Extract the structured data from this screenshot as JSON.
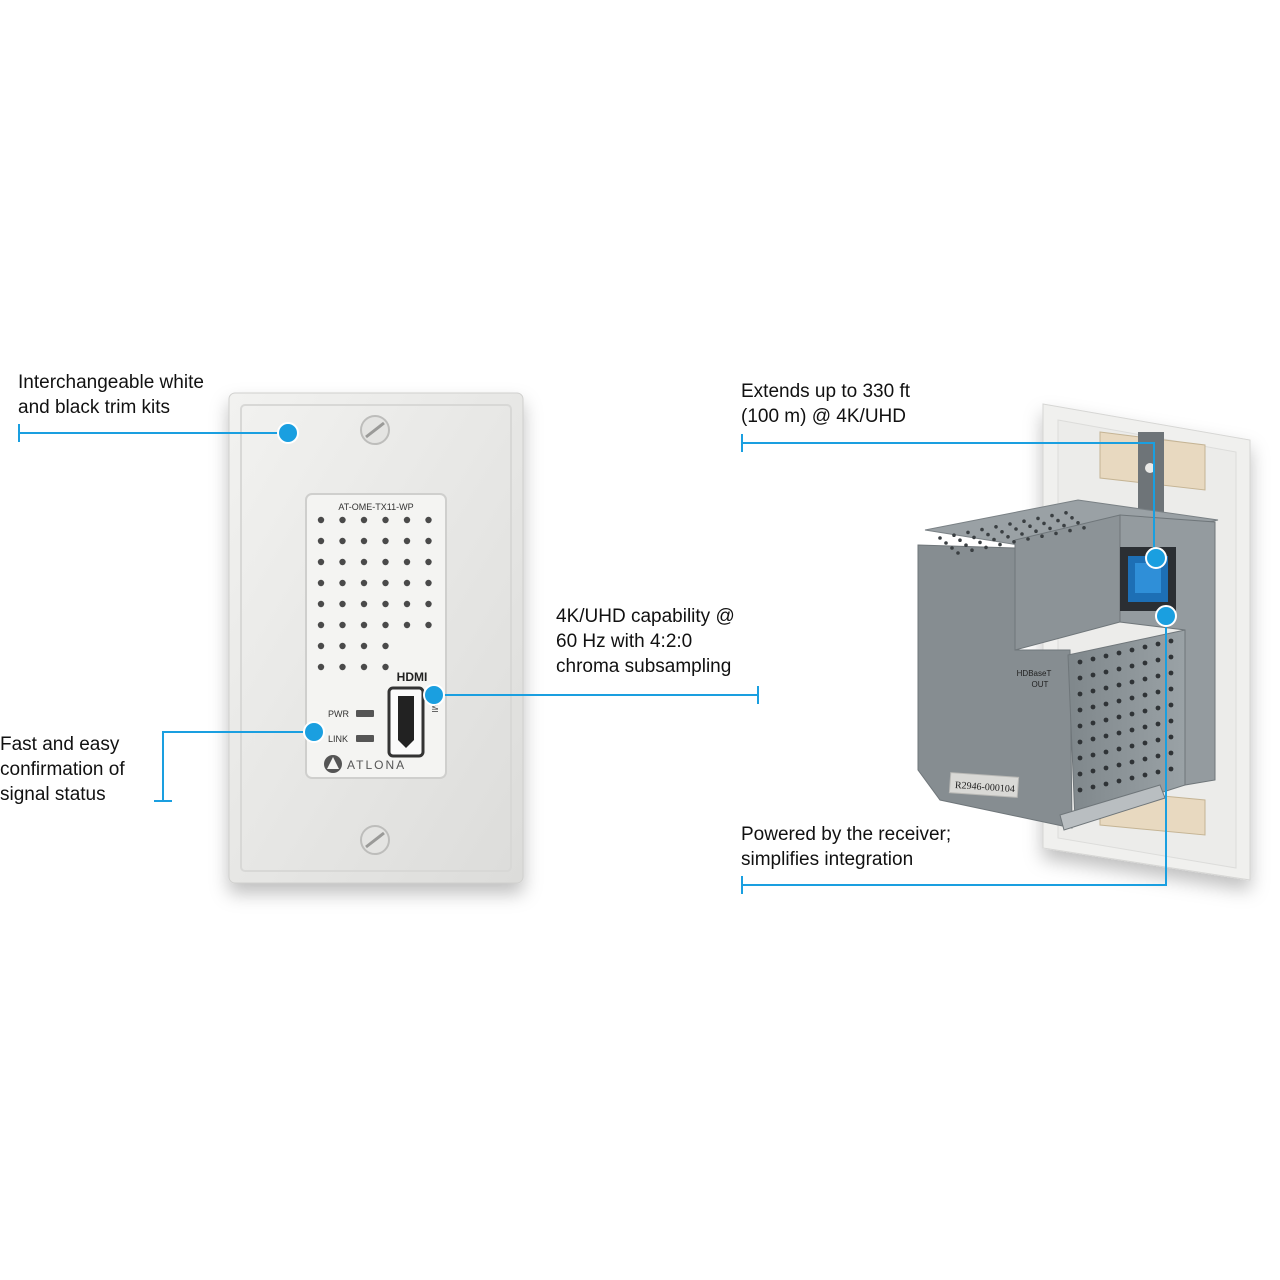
{
  "callouts": {
    "trim": [
      "Interchangeable white",
      "and black trim kits"
    ],
    "status": [
      "Fast and easy",
      "confirmation of",
      "signal status"
    ],
    "uhd": [
      "4K/UHD capability @",
      "60 Hz with 4:2:0",
      "chroma subsampling"
    ],
    "extends": [
      "Extends up to 330 ft",
      "(100 m) @ 4K/UHD"
    ],
    "powered": [
      "Powered by the receiver;",
      "simplifies integration"
    ]
  },
  "front_plate": {
    "model": "AT-OME-TX11-WP",
    "pwr_label": "PWR",
    "link_label": "LINK",
    "hdmi_logo": "HDMI",
    "hdmi_port_label": "HDMI",
    "brand": "ATLONA"
  },
  "back_unit": {
    "port_label_line1": "HDBaseT",
    "port_label_line2": "OUT",
    "serial": "R2946-000104"
  },
  "colors": {
    "accent": "#1a9fe0",
    "plate": "#e9e9e7",
    "insert": "#f1f1ef",
    "metal": "#8e969a"
  }
}
